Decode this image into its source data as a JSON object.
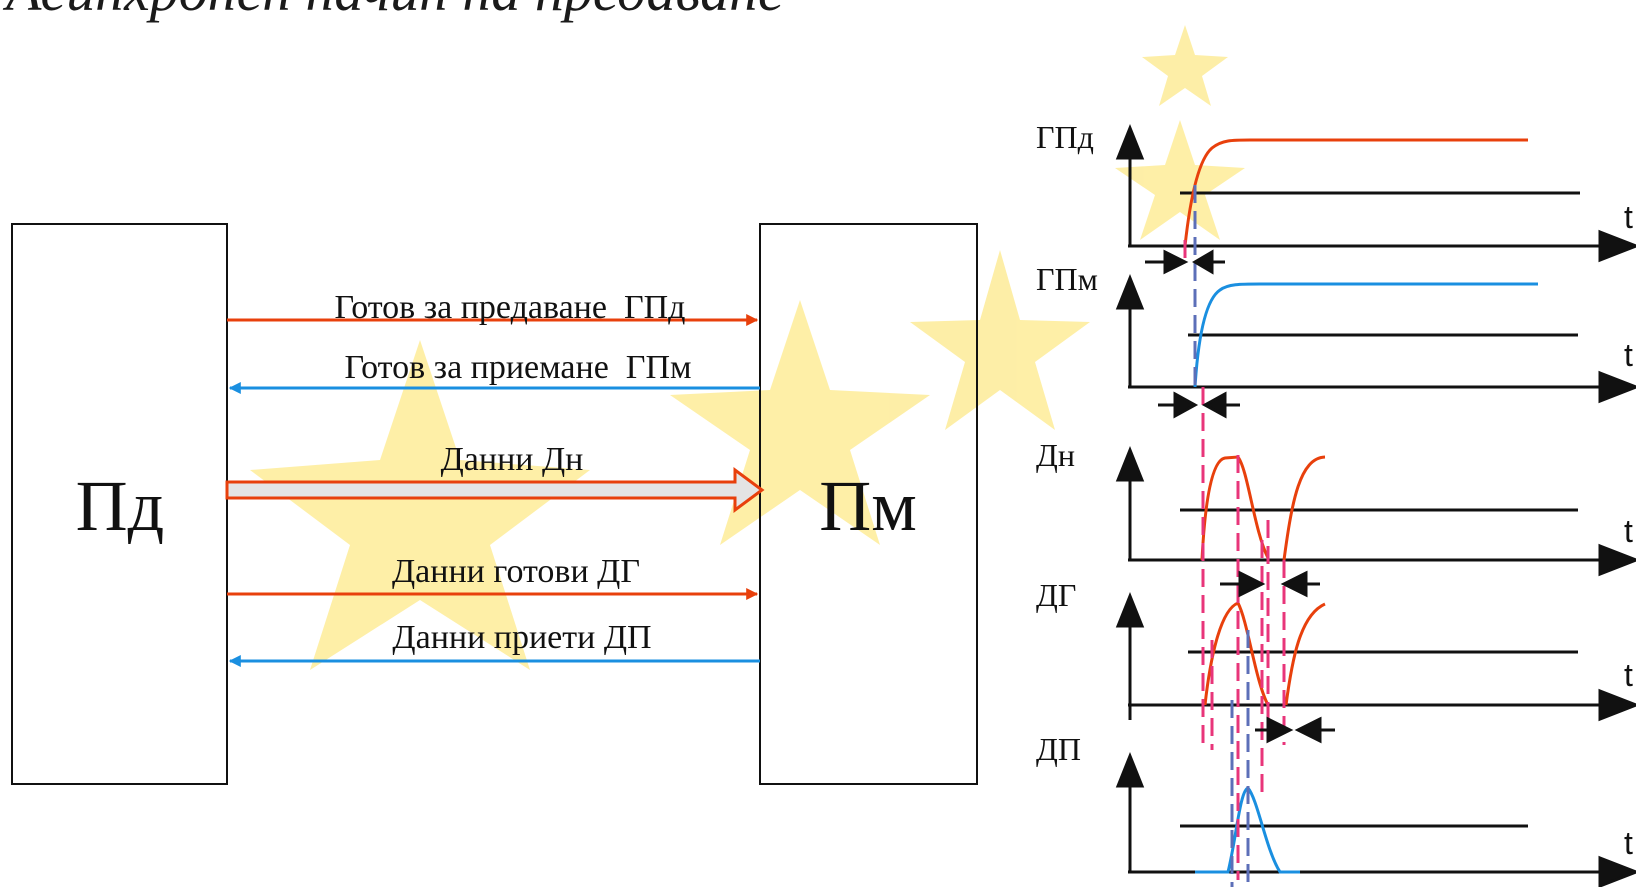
{
  "title": "Асинхронен начин на предаване",
  "blocks": {
    "sender": "Пд",
    "receiver": "Пм"
  },
  "signals": [
    {
      "label": "Готов за предаване  ГПд",
      "direction": "to-receiver",
      "color": "#e8400c"
    },
    {
      "label": "Готов за приемане  ГПм",
      "direction": "to-sender",
      "color": "#1a8fe0"
    },
    {
      "label": "Данни Дн",
      "direction": "to-receiver",
      "color": "#e8400c"
    },
    {
      "label": "Данни готови ДГ",
      "direction": "to-receiver",
      "color": "#e8400c"
    },
    {
      "label": "Данни приети ДП",
      "direction": "to-sender",
      "color": "#1a8fe0"
    }
  ],
  "timing": {
    "traces": [
      {
        "label": "ГПд",
        "color": "#e8400c"
      },
      {
        "label": "ГПм",
        "color": "#1a8fe0"
      },
      {
        "label": "Дн",
        "color": "#e8400c"
      },
      {
        "label": "ДГ",
        "color": "#e8400c"
      },
      {
        "label": "ДП",
        "color": "#1a8fe0"
      }
    ],
    "time_axis_label": "t"
  },
  "colors": {
    "red": "#e8400c",
    "blue": "#1a8fe0",
    "pink_dashed": "#e8357a",
    "blue_dashed": "#5c6fb8",
    "watermark": "#fde98a"
  }
}
